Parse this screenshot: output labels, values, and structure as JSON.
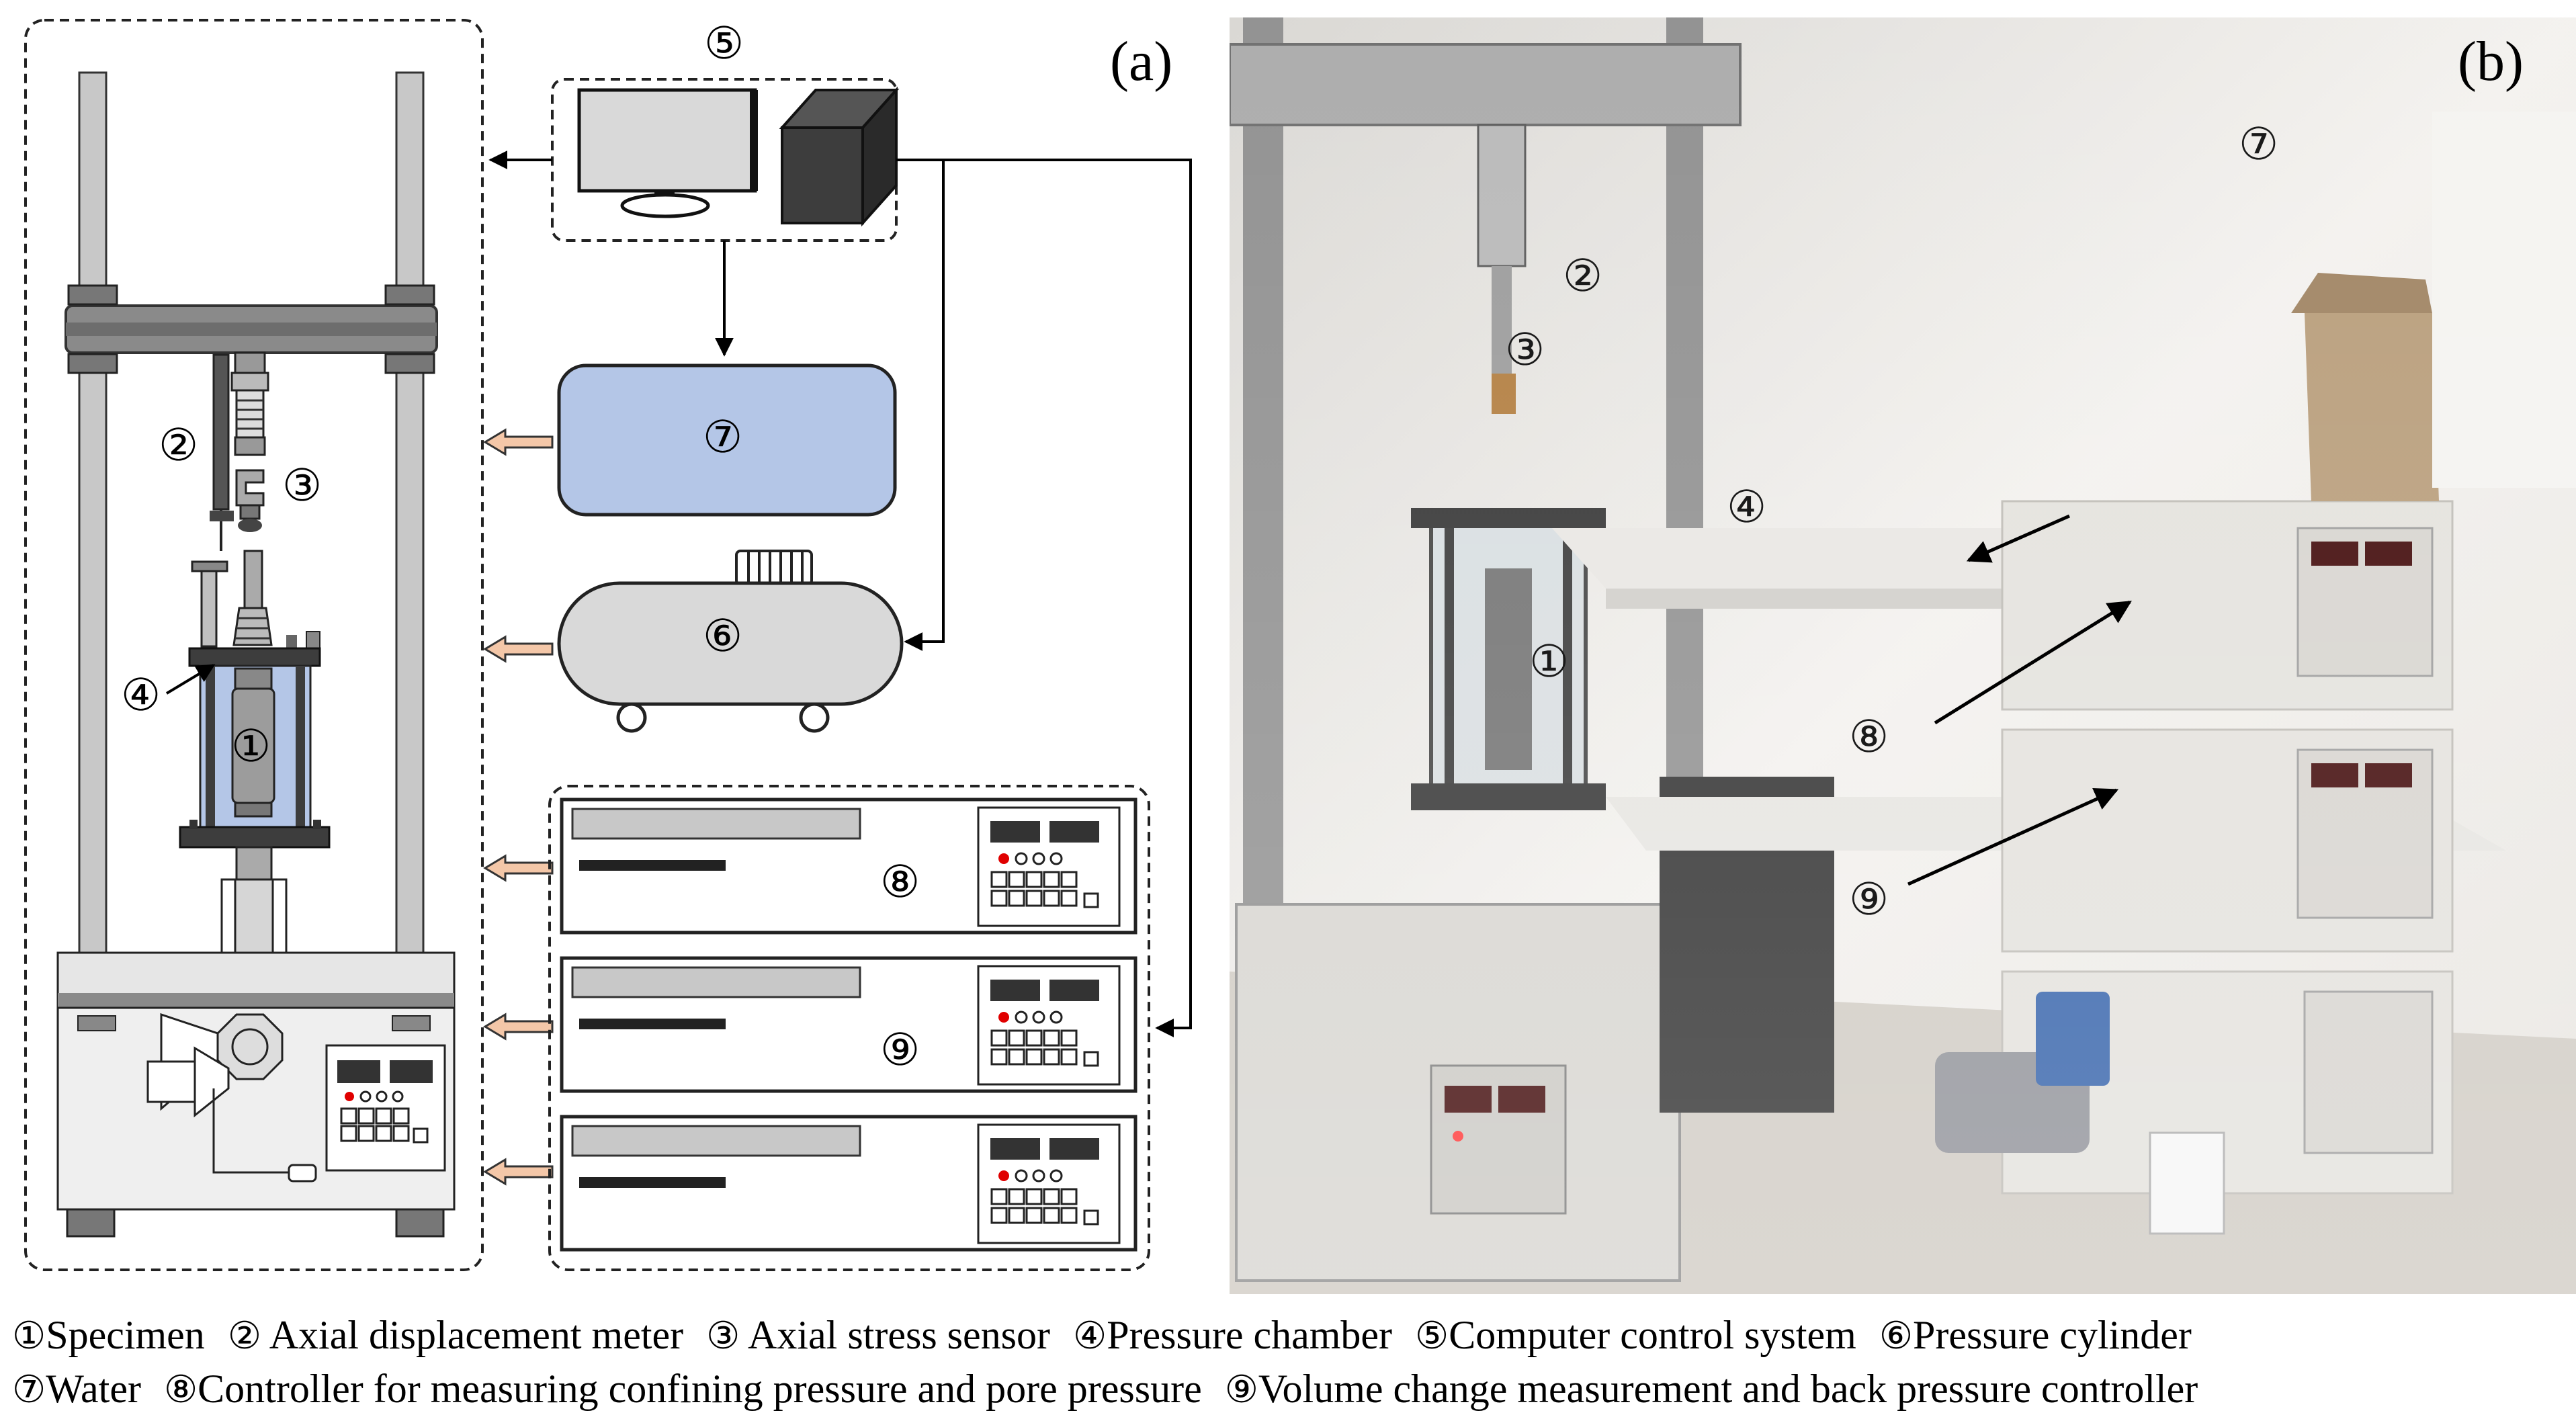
{
  "panels": {
    "a": "(a)",
    "b": "(b)"
  },
  "markers": {
    "m1": "①",
    "m2": "②",
    "m3": "③",
    "m4": "④",
    "m5": "⑤",
    "m6": "⑥",
    "m7": "⑦",
    "m8": "⑧",
    "m9": "⑨"
  },
  "caption": {
    "line1": [
      {
        "num": "①",
        "text": "Specimen"
      },
      {
        "num": "②",
        "text": " Axial displacement meter"
      },
      {
        "num": "③",
        "text": " Axial stress sensor"
      },
      {
        "num": "④",
        "text": "Pressure chamber"
      },
      {
        "num": "⑤",
        "text": "Computer control system"
      },
      {
        "num": "⑥",
        "text": "Pressure cylinder"
      }
    ],
    "line2": [
      {
        "num": "⑦",
        "text": "Water"
      },
      {
        "num": "⑧",
        "text": "Controller for measuring confining pressure and pore pressure"
      },
      {
        "num": "⑨",
        "text": "Volume change measurement and back pressure controller"
      }
    ]
  },
  "colors": {
    "frame_gray": "#c8c8c8",
    "dark": "#3a3a3a",
    "water_blue": "#b4c6e7",
    "cylinder_gray": "#d9d9d9",
    "arrow_orange": "#f4c7a8",
    "display_black": "#333333",
    "led_red": "#e00000",
    "photo_wall": "#ece9e3"
  },
  "icons": [
    "monitor-icon",
    "computer-tower-icon",
    "water-tank-icon",
    "pressure-cylinder-icon",
    "controller-panel-icon",
    "load-frame-icon"
  ]
}
